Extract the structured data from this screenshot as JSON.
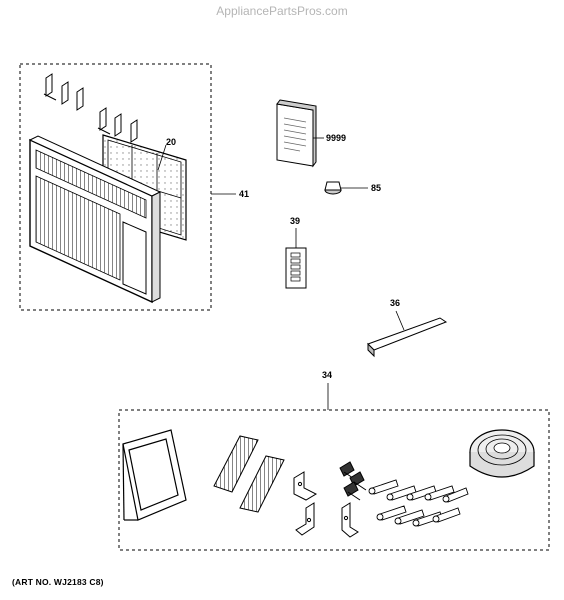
{
  "header": {
    "watermark": "AppliancePartsPros.com"
  },
  "callouts": {
    "front_grille_assembly": "41",
    "air_filter": "20",
    "owners_manual": "9999",
    "control_knob": "85",
    "control_panel": "39",
    "side_curtain_rail": "36",
    "installation_kit": "34"
  },
  "footer": {
    "art_number": "(ART NO. WJ2183 C8)"
  }
}
